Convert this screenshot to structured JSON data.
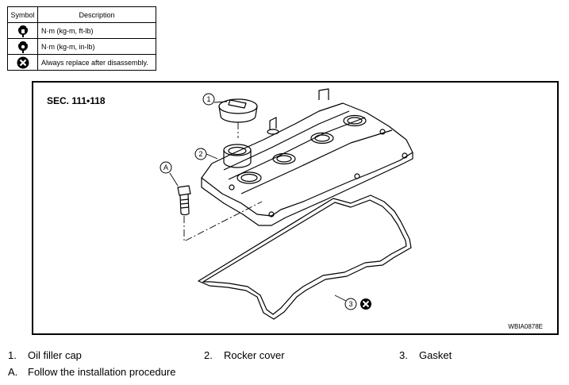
{
  "symbol_table": {
    "headers": {
      "symbol": "Symbol",
      "description": "Description"
    },
    "rows": [
      {
        "icon": "torque-wrench-icon",
        "description": "N·m (kg-m, ft-lb)"
      },
      {
        "icon": "torque-wrench-small-icon",
        "description": "N·m (kg-m, in-lb)"
      },
      {
        "icon": "always-replace-icon",
        "description": "Always replace after disassembly."
      }
    ]
  },
  "figure": {
    "section_label": "SEC. 111•118",
    "code": "WBIA0878E",
    "callouts": {
      "c1": "1",
      "c2": "2",
      "c3": "3",
      "ca": "A"
    }
  },
  "legend": [
    {
      "num": "1.",
      "text": "Oil filler cap"
    },
    {
      "num": "2.",
      "text": "Rocker cover"
    },
    {
      "num": "3.",
      "text": "Gasket"
    },
    {
      "num": "A.",
      "text": "Follow the installation procedure"
    }
  ]
}
